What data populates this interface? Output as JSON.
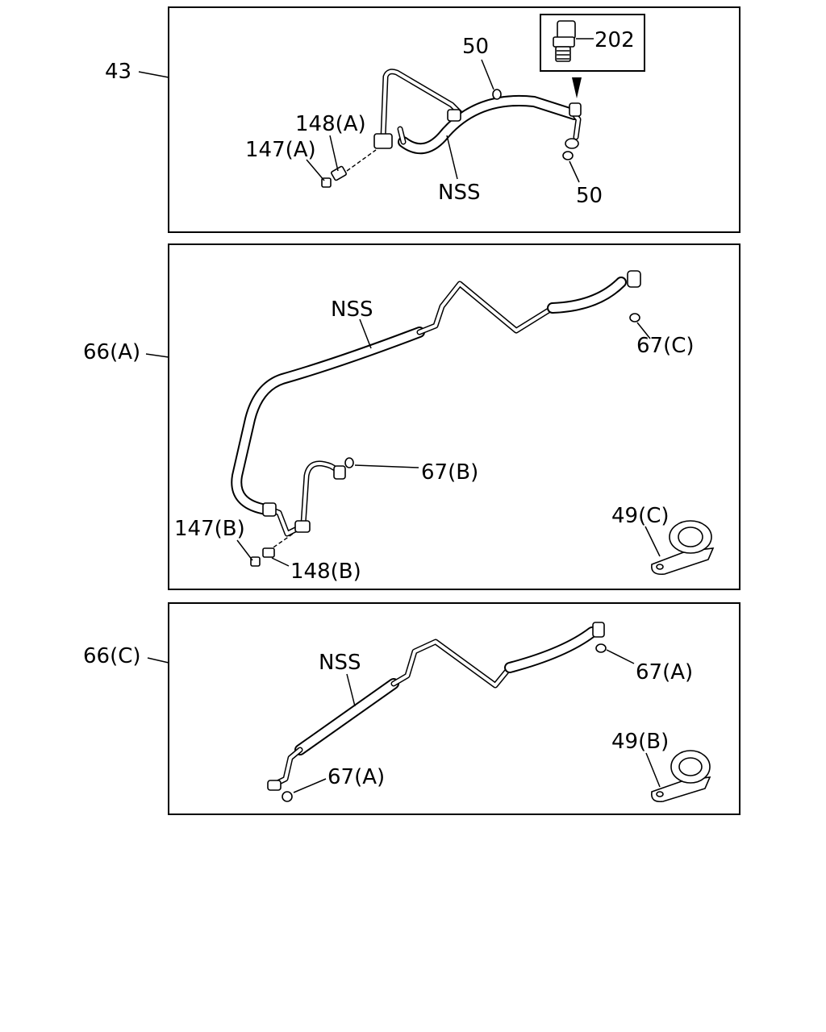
{
  "panels": [
    {
      "id": "43",
      "ref_label": "43",
      "callouts": {
        "oring_top": "50",
        "oring_bottom": "50",
        "switch": "202",
        "fitting": "148(A)",
        "cap": "147(A)",
        "nss": "NSS"
      }
    },
    {
      "id": "66A",
      "ref_label": "66(A)",
      "callouts": {
        "nss": "NSS",
        "oring_c": "67(C)",
        "oring_b": "67(B)",
        "clamp": "49(C)",
        "cap": "147(B)",
        "fitting": "148(B)"
      }
    },
    {
      "id": "66C",
      "ref_label": "66(C)",
      "callouts": {
        "nss": "NSS",
        "oring_a_top": "67(A)",
        "oring_a_bottom": "67(A)",
        "clamp": "49(B)"
      }
    }
  ]
}
